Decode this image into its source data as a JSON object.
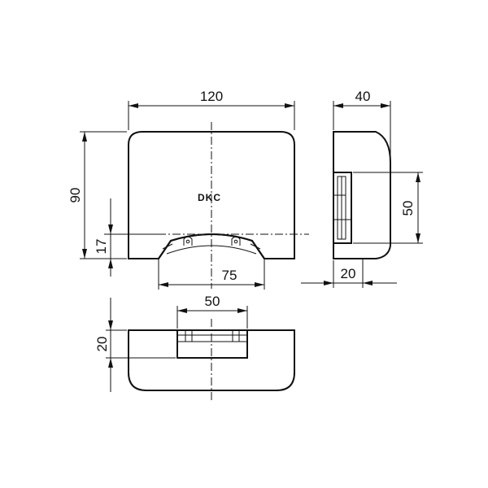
{
  "front_view": {
    "width_dim": "120",
    "height_dim": "90",
    "entry_height_dim": "17",
    "entry_width_dim": "75",
    "logo_text": "DKC"
  },
  "side_view": {
    "depth_dim": "40",
    "clip_height_dim": "50",
    "clip_depth_dim": "20"
  },
  "bottom_view": {
    "slot_width_dim": "50",
    "slot_depth_dim": "20"
  }
}
